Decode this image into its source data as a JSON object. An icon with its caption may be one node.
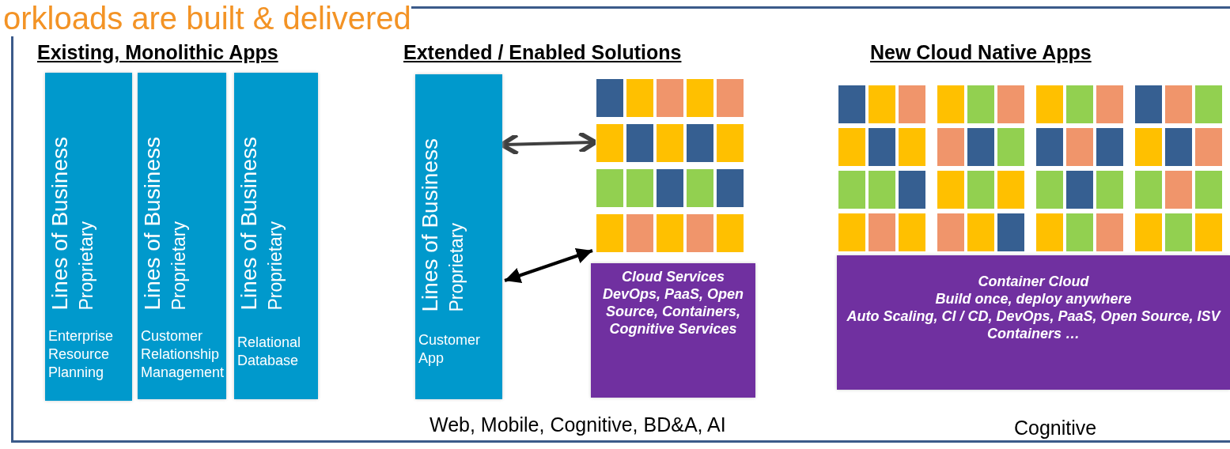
{
  "diagram": {
    "title": "orkloads are built & delivered",
    "nodes": [
      {
        "text": [
          "Lines of Business",
          "Proprietary",
          "Enterprise Resource Planning"
        ]
      },
      {
        "text": [
          "Lines of Business",
          "Proprietary",
          "Customer Relationship Management"
        ]
      },
      {
        "text": [
          "Lines of Business",
          "Proprietary",
          "Relational Database"
        ]
      },
      {
        "text": [
          "Lines of Business",
          "Proprietary",
          "Customer App"
        ]
      },
      {
        "text": [],
        "shape": "picture"
      },
      {
        "text": [
          "Cloud Services",
          "DevOps, PaaS, Open Source, Containers, Cognitive Services"
        ]
      },
      {
        "text": [],
        "shape": "picture"
      },
      {
        "text": [
          "Container Cloud",
          "Build once, deploy anywhere",
          "Auto Scaling, CI / CD, DevOps, PaaS, Open Source, ISV",
          "Containers …"
        ]
      }
    ],
    "edges": [
      {
        "from": 3,
        "to": 4,
        "arrow": "both",
        "color": "#404040"
      },
      {
        "from": 3,
        "to": 4,
        "arrow": "both"
      }
    ],
    "labels": [
      "Existing, Monolithic Apps",
      "Extended / Enabled Solutions",
      "New Cloud Native Apps",
      "Web, Mobile, Cognitive, BD&A, AI",
      "Cognitive"
    ]
  }
}
